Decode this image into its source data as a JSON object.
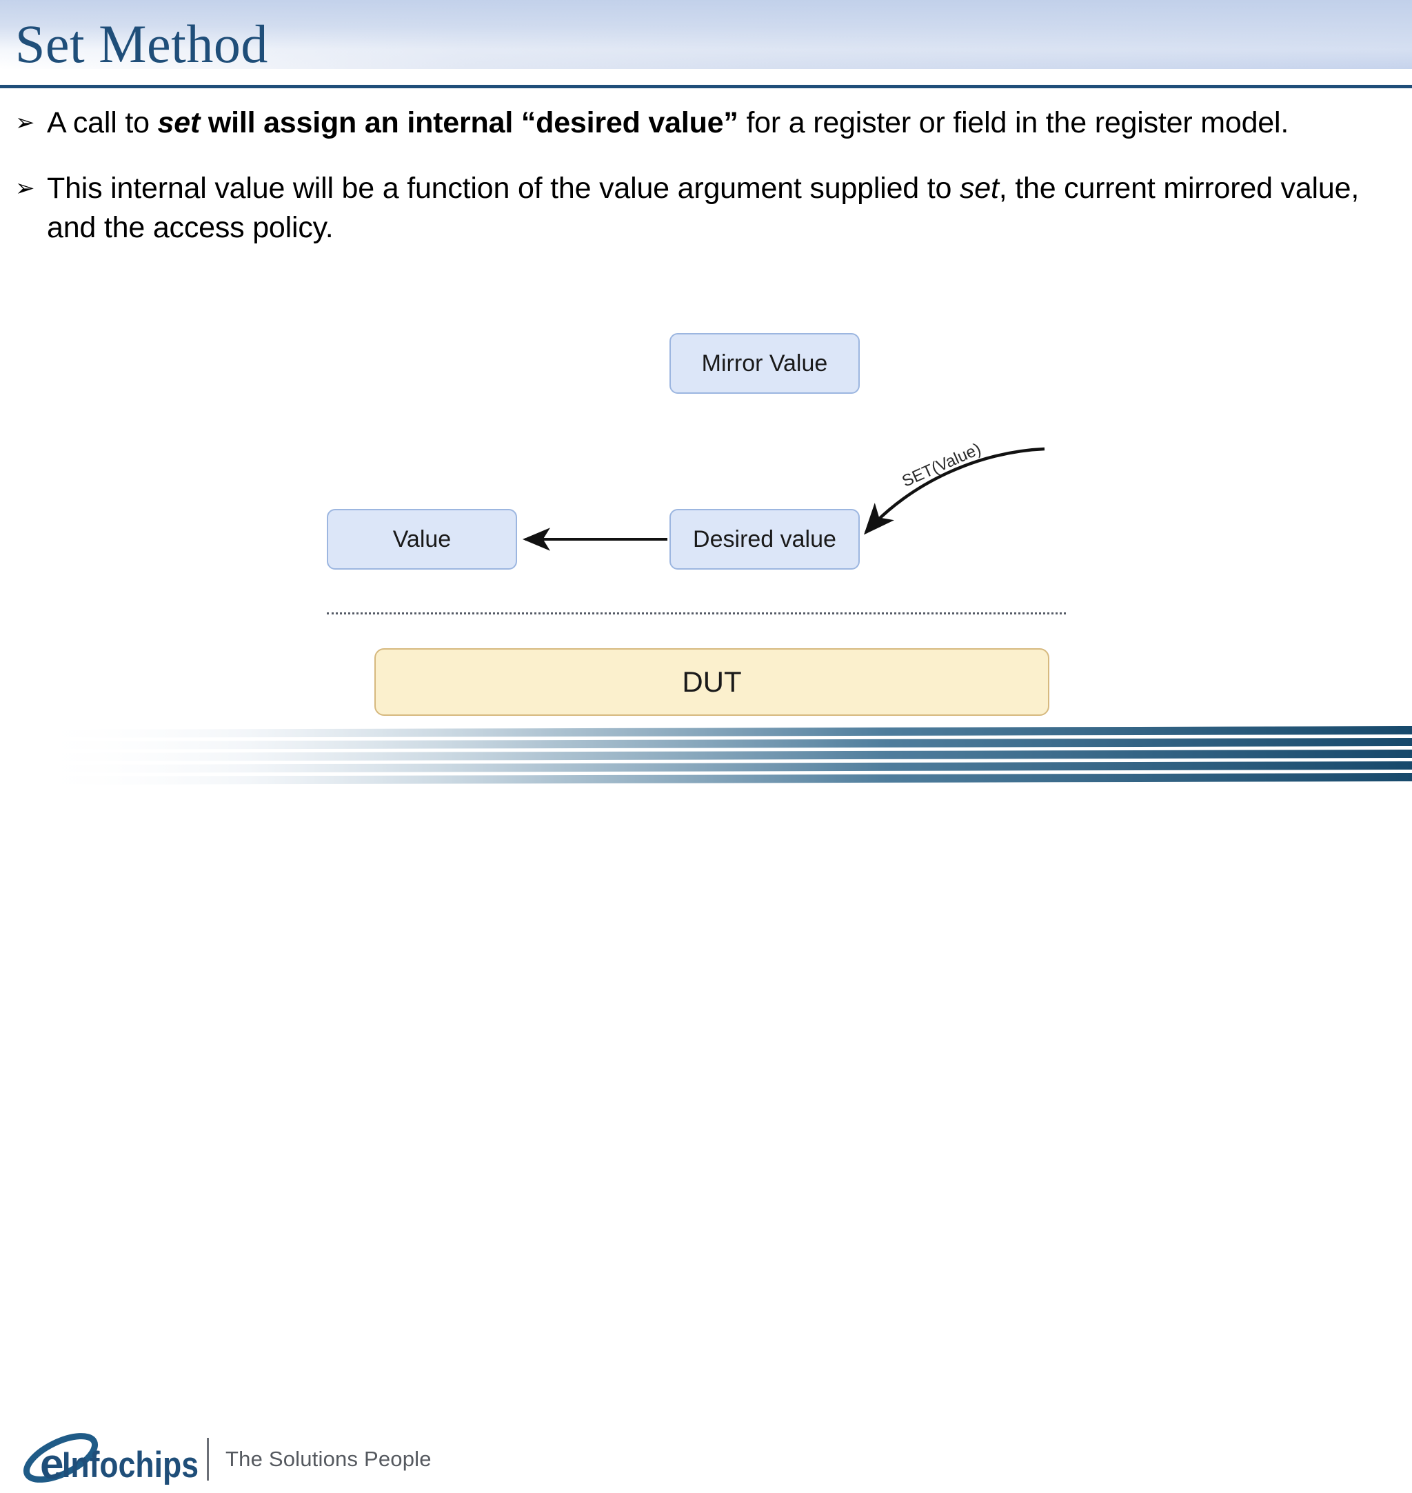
{
  "slide": {
    "title": "Set Method",
    "title_color": "#1f4e79",
    "rule_color": "#1f4e79"
  },
  "bullets": [
    {
      "marker": "➢",
      "segments": [
        {
          "text": "A call to ",
          "style": "normal"
        },
        {
          "text": "set",
          "style": "bold-italic"
        },
        {
          "text": " will assign an internal “desired value” ",
          "style": "bold"
        },
        {
          "text": " for a register or field in the register model.",
          "style": "normal"
        }
      ]
    },
    {
      "marker": "➢",
      "segments": [
        {
          "text": "This internal value will be a function of the value argument supplied to ",
          "style": "normal"
        },
        {
          "text": "set",
          "style": "italic"
        },
        {
          "text": ", the current mirrored value, and the access policy.",
          "style": "normal"
        }
      ]
    }
  ],
  "diagram": {
    "nodes": [
      {
        "id": "mirror-value",
        "label": "Mirror Value",
        "fill": "#dce6f8",
        "border": "#9cb6e0"
      },
      {
        "id": "desired-value",
        "label": "Desired value",
        "fill": "#dce6f8",
        "border": "#9cb6e0"
      },
      {
        "id": "value",
        "label": "Value",
        "fill": "#dce6f8",
        "border": "#9cb6e0"
      },
      {
        "id": "dut",
        "label": "DUT",
        "fill": "#fbf0cd",
        "border": "#d6b97f"
      }
    ],
    "edge_label": "SET(Value)",
    "separator_style": "dotted"
  },
  "footer": {
    "logo_text_e": "e",
    "logo_text_main": "Infochips",
    "tagline": "The Solutions People",
    "logo_color": "#1f4e79",
    "stripe_color": "#1b4f72"
  }
}
